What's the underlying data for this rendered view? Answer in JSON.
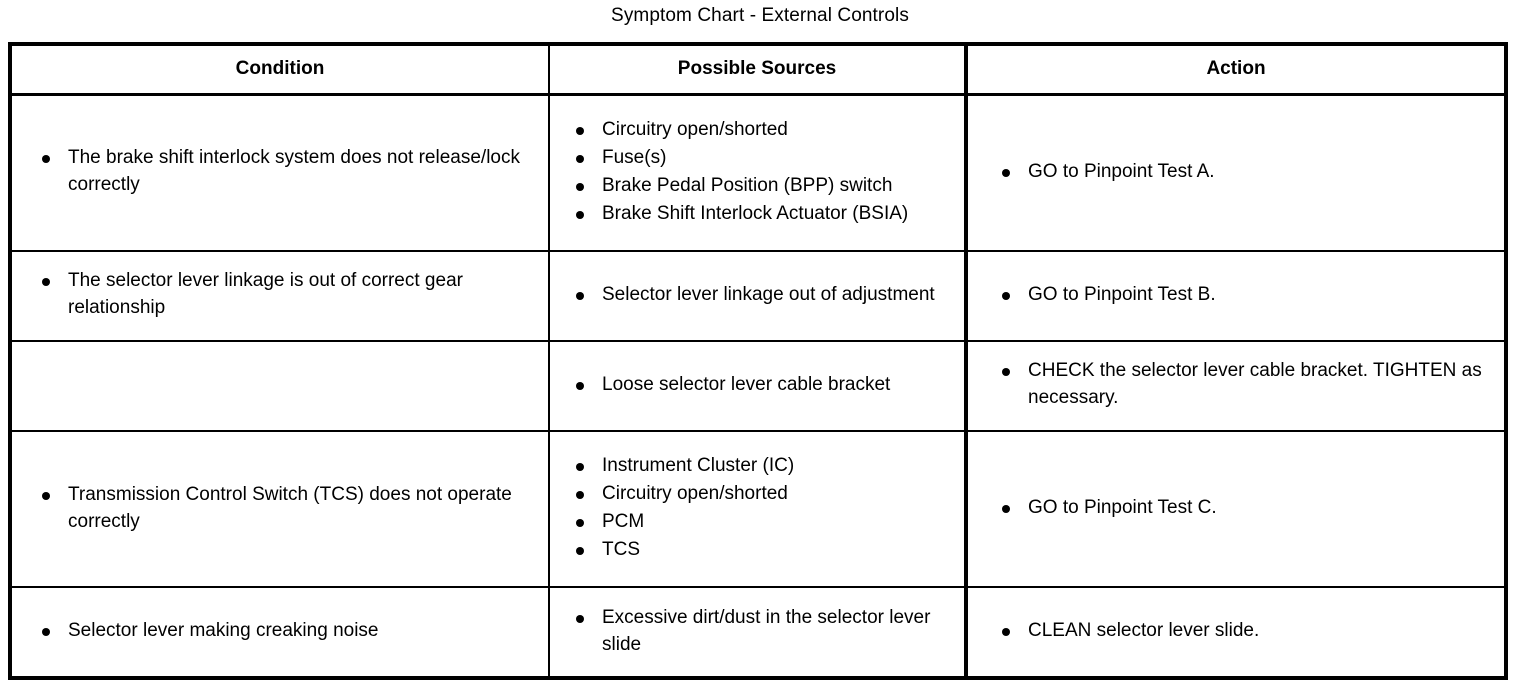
{
  "title": "Symptom Chart - External Controls",
  "table": {
    "columns": [
      {
        "key": "condition",
        "label": "Condition"
      },
      {
        "key": "sources",
        "label": "Possible Sources"
      },
      {
        "key": "action",
        "label": "Action"
      }
    ],
    "rows": [
      {
        "condition": [
          "The brake shift interlock system does not release/lock correctly"
        ],
        "sources": [
          "Circuitry open/shorted",
          "Fuse(s)",
          "Brake Pedal Position (BPP) switch",
          "Brake Shift Interlock Actuator (BSIA)"
        ],
        "action": [
          "GO to Pinpoint Test A."
        ]
      },
      {
        "condition": [
          "The selector lever linkage is out of correct gear relationship"
        ],
        "sources": [
          "Selector lever linkage out of adjustment"
        ],
        "action": [
          "GO to Pinpoint Test B."
        ]
      },
      {
        "condition": [],
        "sources": [
          "Loose selector lever cable bracket"
        ],
        "action": [
          "CHECK the selector lever cable bracket. TIGHTEN as necessary."
        ]
      },
      {
        "condition": [
          "Transmission Control Switch (TCS) does not operate correctly"
        ],
        "sources": [
          "Instrument Cluster (IC)",
          "Circuitry open/shorted",
          "PCM",
          "TCS"
        ],
        "action": [
          "GO to Pinpoint Test C."
        ]
      },
      {
        "condition": [
          "Selector lever making creaking noise"
        ],
        "sources": [
          "Excessive dirt/dust in the selector lever slide"
        ],
        "action": [
          "CLEAN selector lever slide."
        ]
      }
    ]
  },
  "style": {
    "text_color": "#000000",
    "background_color": "#ffffff",
    "border_color": "#000000"
  }
}
